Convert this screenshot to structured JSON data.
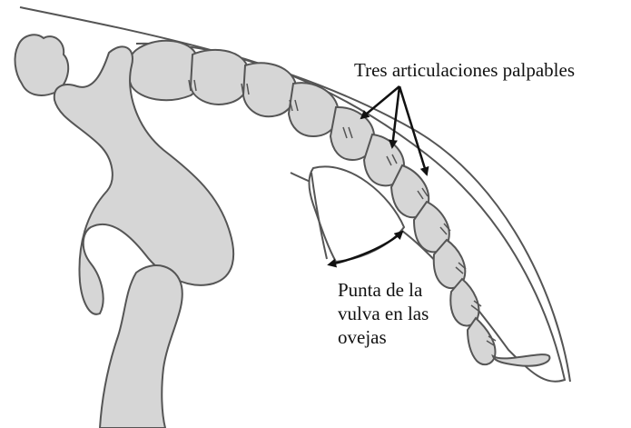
{
  "diagram": {
    "colors": {
      "background": "#ffffff",
      "bone_fill": "#d6d6d6",
      "outline": "#555555",
      "arrow": "#111111"
    },
    "labels": {
      "joints": "Tres articulaciones palpables",
      "vulva_tip": [
        "Punta de la",
        "vulva en las",
        "ovejas"
      ]
    }
  }
}
